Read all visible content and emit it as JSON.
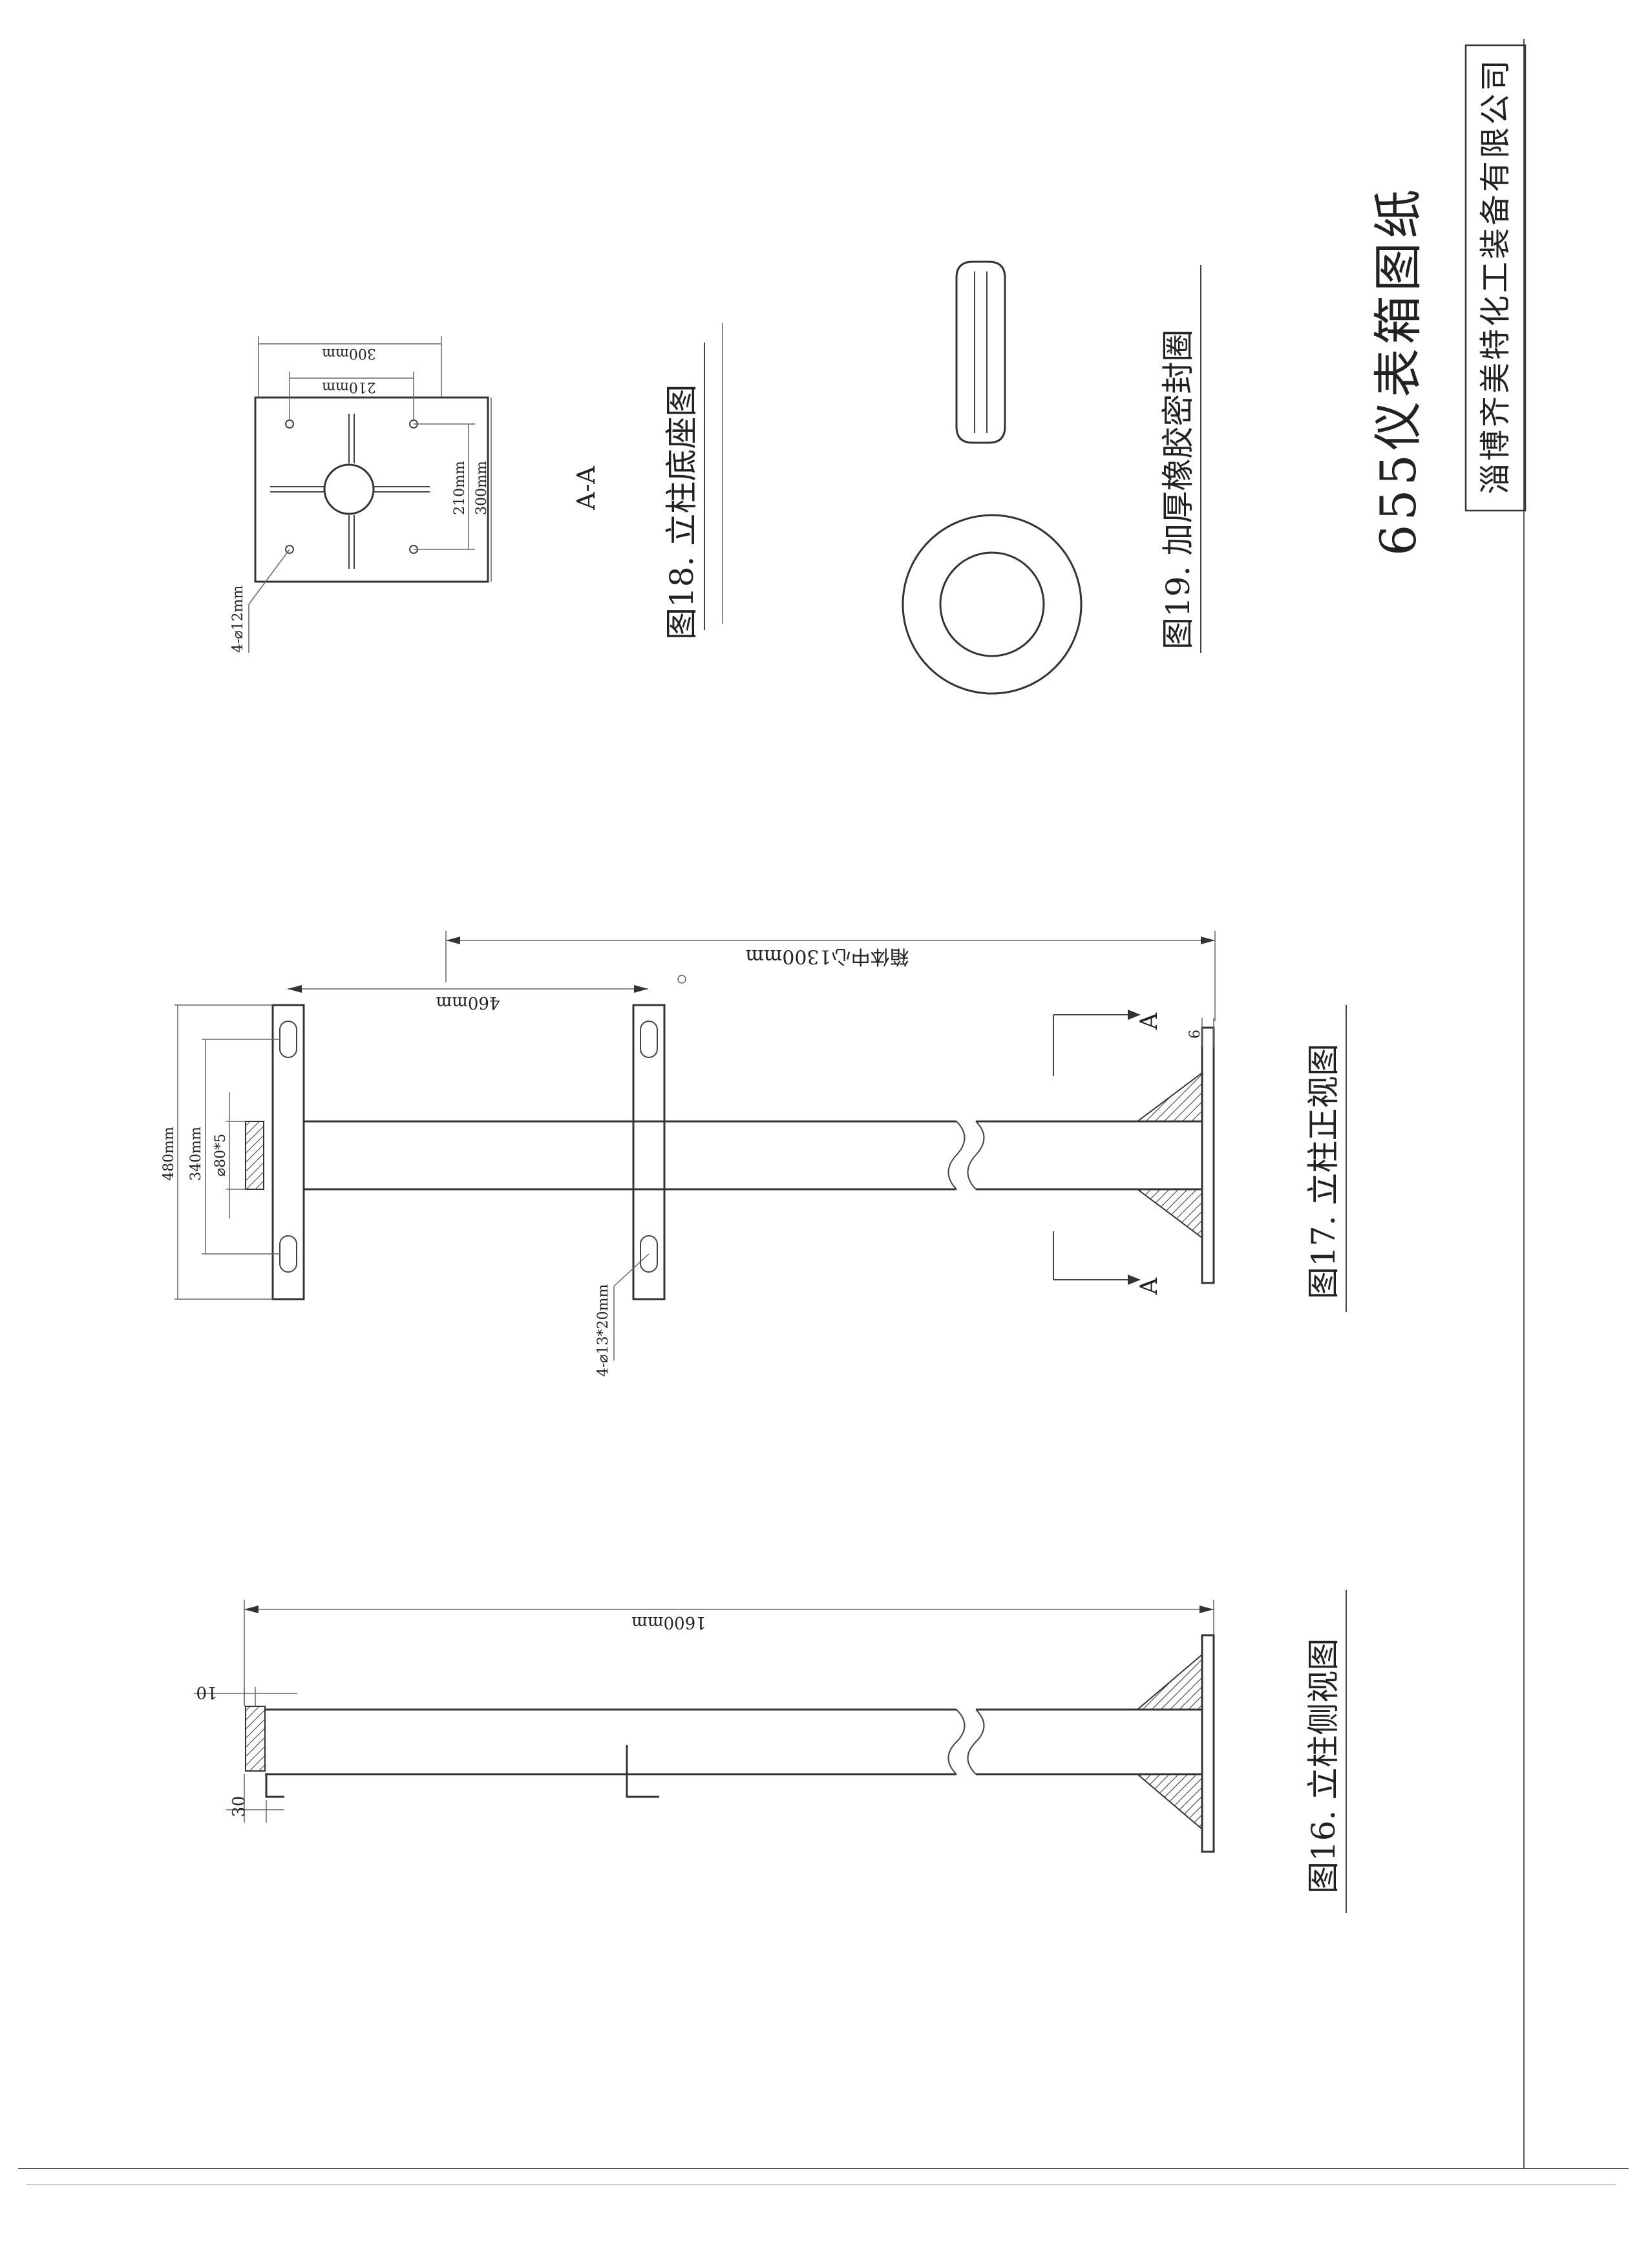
{
  "title": {
    "main": "655仪表箱图纸",
    "company": "淄博齐美特化工装备有限公司"
  },
  "fig16": {
    "caption": "图16. 立柱侧视图",
    "dim_length": "1600mm",
    "dim_top": "10",
    "dim_bottom": "30"
  },
  "fig17": {
    "caption": "图17. 立柱正视图",
    "dim_center": "箱体中心1300mm",
    "dim_bracket": "460mm",
    "dim_480": "480mm",
    "dim_340": "340mm",
    "dim_pipe": "⌀80*5",
    "dim_holes": "4-⌀13*20mm",
    "section_a1": "A",
    "section_a2": "A",
    "dim_6": "6"
  },
  "fig18": {
    "caption": "图18. 立柱底座图",
    "section_label": "A-A",
    "dim_300_h": "300mm",
    "dim_210_h": "210mm",
    "dim_210_v": "210mm",
    "dim_300_v": "300mm",
    "dim_holes": "4-⌀12mm"
  },
  "fig19": {
    "caption": "图19. 加厚橡胶密封圈"
  }
}
